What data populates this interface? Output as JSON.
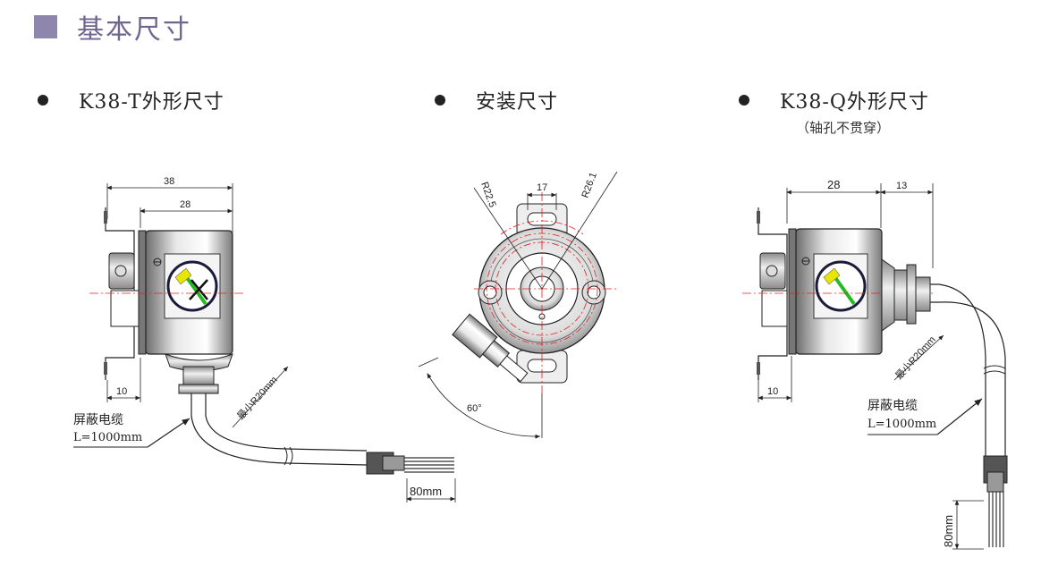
{
  "header": {
    "title": "基本尺寸"
  },
  "sections": [
    {
      "title": "K38-T外形尺寸"
    },
    {
      "title": "安装尺寸"
    },
    {
      "title": "K38-Q外形尺寸",
      "subtitle": "（轴孔不贯穿）"
    }
  ],
  "drawing_t": {
    "dim_width_total": "38",
    "dim_width_body": "28",
    "dim_flange": "10",
    "bend_radius": "最小R20mm",
    "cable_label_1": "屏蔽电缆",
    "cable_label_2": "L=1000mm",
    "lead_length": "80mm"
  },
  "drawing_mount": {
    "dim_r_left": "R22.5",
    "dim_center": "17",
    "dim_r_right": "R26.1",
    "dim_angle": "60°"
  },
  "drawing_q": {
    "dim_width_body": "28",
    "dim_shaft": "13",
    "dim_flange": "10",
    "bend_radius": "最小R20mm",
    "cable_label_1": "屏蔽电缆",
    "cable_label_2": "L=1000mm",
    "lead_length": "80mm"
  },
  "colors": {
    "accent": "#8f86ad",
    "header_text": "#6f6690",
    "centerline": "#e02020",
    "logo_yellow": "#e6e600",
    "logo_green": "#22bb22"
  }
}
